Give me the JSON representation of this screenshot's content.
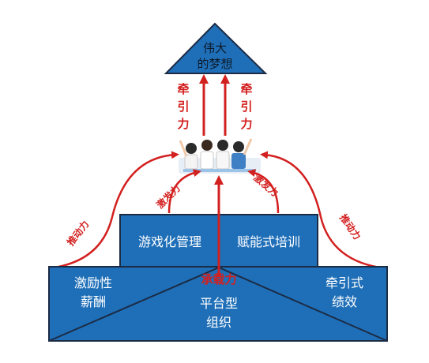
{
  "apex": {
    "line1": "伟大",
    "line2": "的梦想"
  },
  "pull_force_left": [
    "牵",
    "引",
    "力"
  ],
  "pull_force_right": [
    "牵",
    "引",
    "力"
  ],
  "inspire_left": "激发力",
  "inspire_right": "激发力",
  "push_left": "推动力",
  "push_right": "推动力",
  "middle_left": "游戏化管理",
  "middle_right": "赋能式培训",
  "base_left": {
    "line1": "激励性",
    "line2": "薪酬"
  },
  "base_right": {
    "line1": "牵引式",
    "line2": "绩效"
  },
  "carry_force": "承载力",
  "base_center": {
    "line1": "平台型",
    "line2": "组织"
  },
  "colors": {
    "block_fill": "#1f6fb8",
    "block_stroke": "#1b2b44",
    "arrow": "#d2201f"
  }
}
